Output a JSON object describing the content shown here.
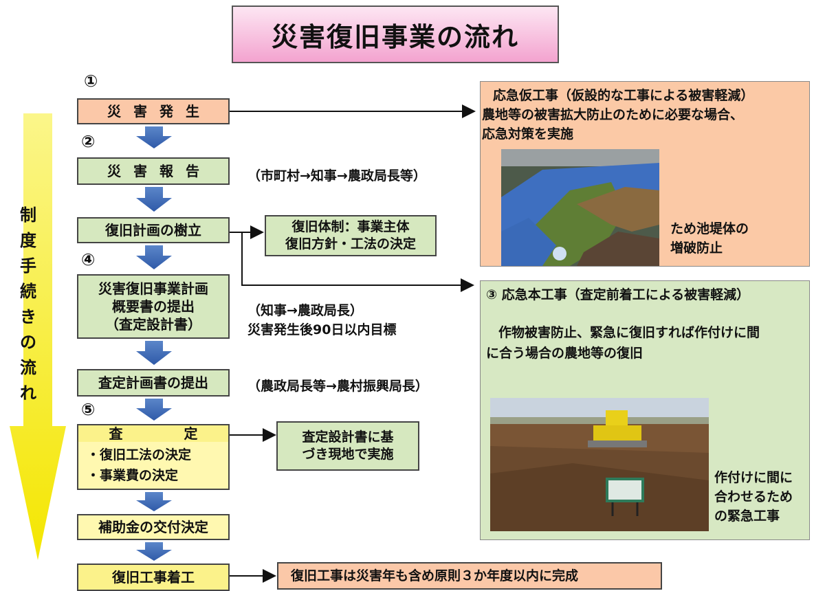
{
  "title": "災害復旧事業の流れ",
  "side_label": [
    "制",
    "度",
    "手",
    "続",
    "き",
    "の",
    "流",
    "れ"
  ],
  "steps": {
    "num1": "①",
    "num2": "②",
    "num4": "④",
    "num5": "⑤",
    "s1": "災害発生",
    "s2": "災害報告",
    "s3": "復旧計画の樹立",
    "s4_l1": "災害復旧事業計画",
    "s4_l2": "概要書の提出",
    "s4_l3": "（査定設計書）",
    "s5": "査定計画書の提出",
    "s6_head_l": "査",
    "s6_head_r": "定",
    "s6_b1": "・復旧工法の決定",
    "s6_b2": "・事業費の決定",
    "s7": "補助金の交付決定",
    "s8": "復旧工事着工"
  },
  "notes": {
    "n2": "（市町村→知事→農政局長等）",
    "n3_l1": "復旧体制：事業主体",
    "n3_l2": "復旧方針・工法の決定",
    "n4_l1": "（知事→農政局長）",
    "n4_l2": "災害発生後90日以内目標",
    "n5": "（農政局長等→農村振興局長）",
    "n6_l1": "査定設計書に基",
    "n6_l2": "づき現地で実施",
    "n8": "復旧工事は災害年も含め原則３か年度以内に完成"
  },
  "panel1": {
    "line1": "応急仮工事（仮設的な工事による被害軽減）",
    "line2": "農地等の被害拡大防止のために必要な場合、",
    "line3": "応急対策を実施",
    "caption_l1": "ため池堤体の",
    "caption_l2": "増破防止"
  },
  "panel2": {
    "line1": "③ 応急本工事（査定前着工による被害軽減）",
    "line2": "作物被害防止、緊急に復旧すれば作付けに間",
    "line3": "に合う場合の農地等の復旧",
    "caption_l1": "作付けに間に",
    "caption_l2": "合わせるため",
    "caption_l3": "の緊急工事"
  }
}
